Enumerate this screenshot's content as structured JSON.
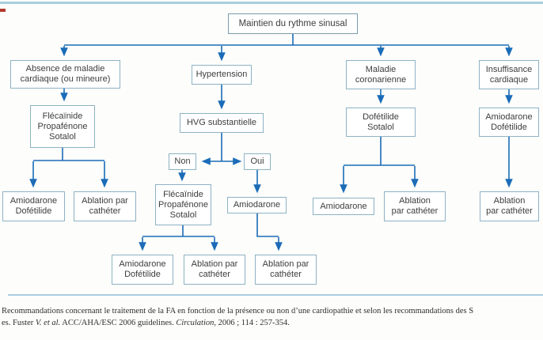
{
  "colors": {
    "arrow_blue": "#1b6cb8",
    "box_border": "#8db2c4",
    "title_box_border": "#7b9cad",
    "rule_light_blue": "#a9cede",
    "red_mark": "#b23a2e",
    "text_dark": "#3d3d3d"
  },
  "flowchart": {
    "title": "Maintien du rythme sinusal",
    "branch_absence": "Absence de maladie\ncardiaque (ou mineure)",
    "branch_hypertension": "Hypertension",
    "branch_coronary": "Maladie\ncoronarienne",
    "branch_heart_failure": "Insuffisance\ncardiaque",
    "absence_drugs": "Flécaïnide\nPropafénone\nSotalol",
    "hvg": "HVG substantielle",
    "coronary_drugs": "Dofétilide\nSotalol",
    "heart_failure_drugs": "Amiodarone\nDofétilide",
    "no_label": "Non",
    "yes_label": "Oui",
    "absence_alt1": "Amiodarone\nDofétilide",
    "absence_alt2": "Ablation par\ncathéter",
    "non_drugs": "Flécaïnide\nPropafénone\nSotalol",
    "oui_drug": "Amiodarone",
    "coronary_alt1": "Amiodarone",
    "coronary_alt2": "Ablation\npar cathéter",
    "heart_failure_alt": "Ablation\npar cathéter",
    "non_alt1": "Amiodarone\nDofétilide",
    "non_alt2": "Ablation par\ncathéter",
    "oui_alt": "Ablation par\ncathéter"
  },
  "caption": {
    "line1": "Recommandations concernant le traitement de la FA en fonction de la présence ou non d’une cardiopathie et selon les recommandations des S",
    "line2_start": "es. Fuster ",
    "line2_italic1": "V. et al.",
    "line2_mid": " ACC/AHA/ESC 2006 guidelines. ",
    "line2_italic2": "Circulation",
    "line2_end": ", 2006 ; 114 : 257-354."
  }
}
